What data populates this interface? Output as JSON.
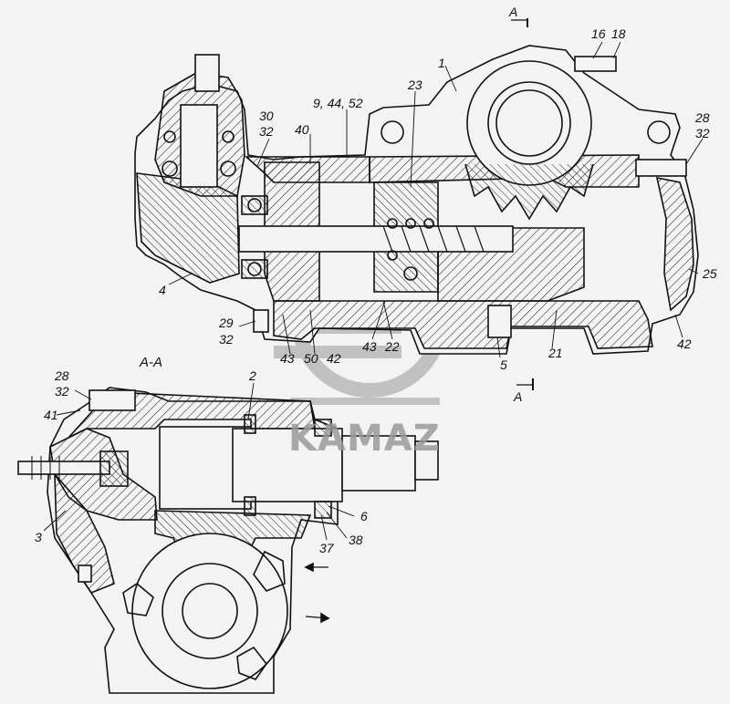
{
  "section": {
    "mark": "A",
    "title": "A-A"
  },
  "watermark": {
    "text": "KAMAZ"
  },
  "colors": {
    "background": "#f3f3f3",
    "line": "#111111",
    "hatch": "#222222",
    "watermark": "#9a9a9a"
  },
  "callouts": {
    "c16": "16",
    "c18": "18",
    "c1": "1",
    "c23": "23",
    "c9_44_52": "9, 44, 52",
    "c30": "30",
    "c32a": "32",
    "c40": "40",
    "c28a": "28",
    "c32b": "32",
    "c4": "4",
    "c25": "25",
    "c29": "29",
    "c32c": "32",
    "c43a": "43",
    "c50": "50",
    "c42a": "42",
    "c43b": "43",
    "c22": "22",
    "c5": "5",
    "c21": "21",
    "c42b": "42",
    "c28b": "28",
    "c32d": "32",
    "c2": "2",
    "c41": "41",
    "c3": "3",
    "c6": "6",
    "c37": "37",
    "c38": "38"
  }
}
